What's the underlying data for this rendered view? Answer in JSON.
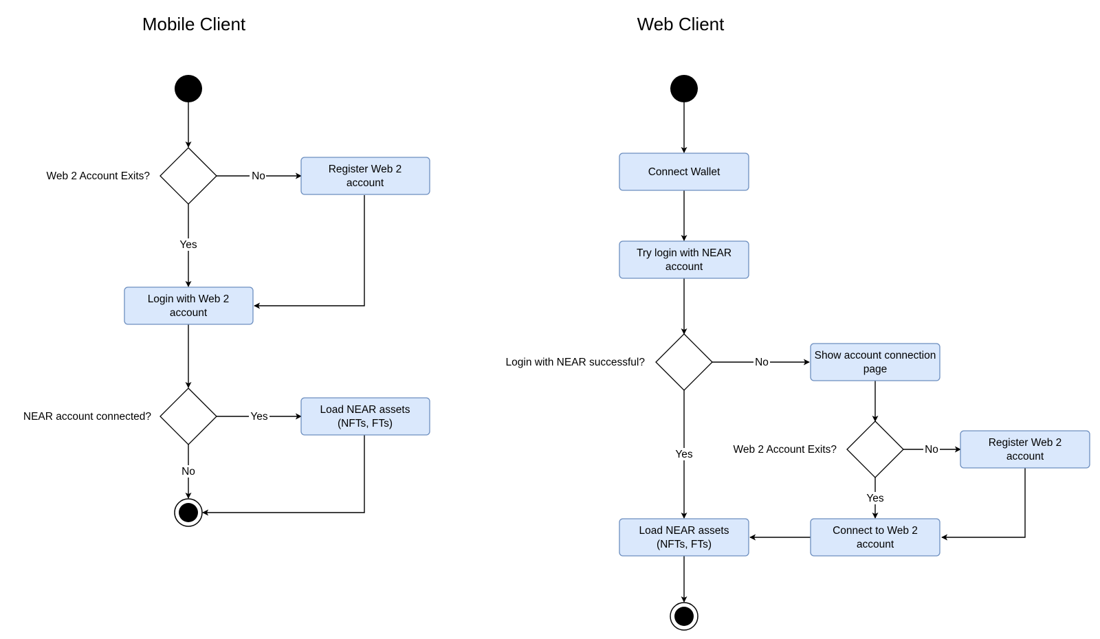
{
  "mobile": {
    "title": "Mobile Client",
    "q_web2": "Web 2 Account Exits?",
    "q_near": "NEAR account connected?",
    "register": [
      "Register Web 2",
      "account"
    ],
    "login": [
      "Login with Web 2",
      "account"
    ],
    "load": [
      "Load NEAR assets",
      "(NFTs, FTs)"
    ],
    "edge_no_register": "No",
    "edge_yes_login": "Yes",
    "edge_yes_load": "Yes",
    "edge_no_end": "No"
  },
  "web": {
    "title": "Web Client",
    "connect_wallet": [
      "Connect Wallet"
    ],
    "try_login": [
      "Try login with NEAR",
      "account"
    ],
    "q_near": "Login with NEAR successful?",
    "show_page": [
      "Show account connection",
      "page"
    ],
    "q_web2": "Web 2 Account Exits?",
    "register": [
      "Register Web 2",
      "account"
    ],
    "connect_web2": [
      "Connect to Web 2",
      "account"
    ],
    "load": [
      "Load NEAR assets",
      "(NFTs, FTs)"
    ],
    "edge_no_show": "No",
    "edge_yes_load": "Yes",
    "edge_no_register": "No",
    "edge_yes_connect": "Yes"
  }
}
